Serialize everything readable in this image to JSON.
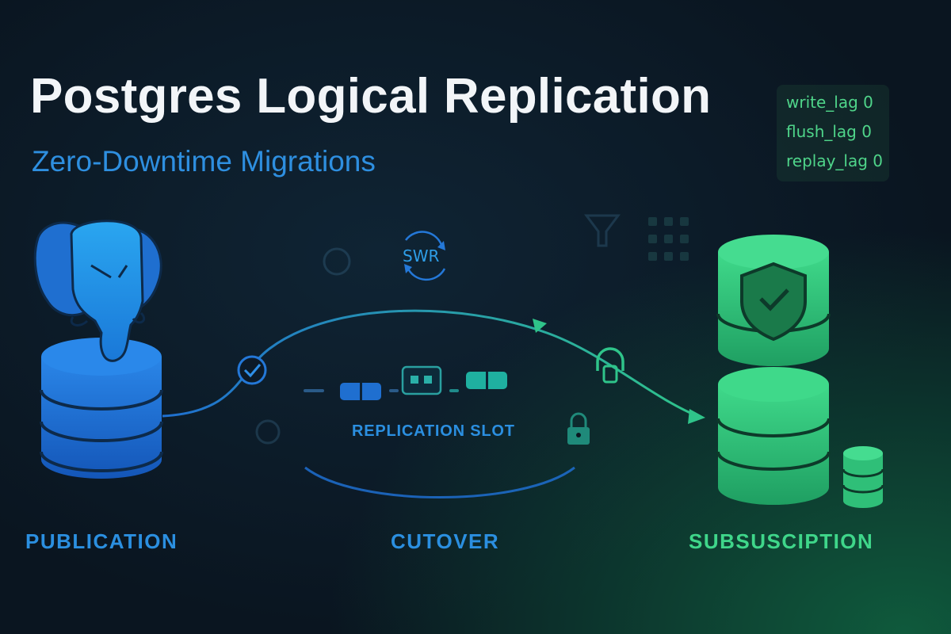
{
  "header": {
    "title": "Postgres Logical Replication",
    "subtitle": "Zero-Downtime Migrations"
  },
  "lag_panel": {
    "items": [
      "write_lag 0",
      "flush_lag 0",
      "replay_lag 0"
    ]
  },
  "diagram": {
    "source_label": "PUBLICATION",
    "middle_label": "CUTOVER",
    "target_label": "SUBSUSCIPTION",
    "slot_label": "REPLICATION SLOT",
    "sync_badge": "SWR"
  },
  "colors": {
    "blue": "#1f7fe0",
    "green": "#35d07f",
    "background": "#0a1520"
  },
  "icons": [
    "postgres-elephant-icon",
    "database-icon",
    "shield-check-icon",
    "check-circle-icon",
    "lock-icon",
    "sync-icon",
    "filter-icon",
    "grid-icon"
  ]
}
